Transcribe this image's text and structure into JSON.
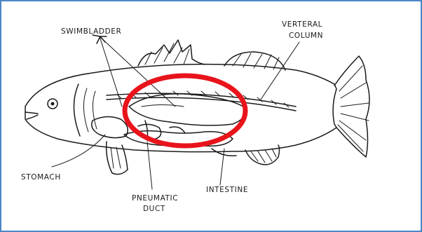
{
  "labels": {
    "swimbladder": "SWIMBLADDER",
    "vertebral_line1": "VERTERAL",
    "vertebral_line2": "COLUMN",
    "stomach": "STOMACH",
    "pneumatic_line1": "PNEUMATIC",
    "pneumatic_line2": "DUCT",
    "intestine": "INTESTINE"
  },
  "colors": {
    "frame_border": "#4a86c5",
    "highlight_ellipse": "#e8131b",
    "ink": "#1a1a1a"
  }
}
